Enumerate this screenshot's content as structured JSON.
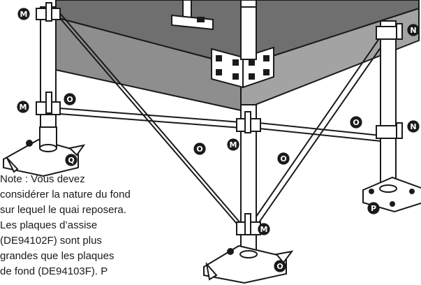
{
  "labels": {
    "M": "M",
    "N": "N",
    "O": "O",
    "P": "P",
    "Q": "Q"
  },
  "note": {
    "lines": [
      "Note : Vous devez",
      "considérer la nature du fond",
      "sur lequel le quai reposera.",
      "Les plaques d’assise",
      "(DE94102F) sont plus",
      "grandes que les plaques",
      "de fond (DE94103F). P"
    ]
  },
  "colors": {
    "deck_top": "#6f6f6f",
    "deck_side": "#9a9a9a",
    "line": "#1a1a1a"
  }
}
